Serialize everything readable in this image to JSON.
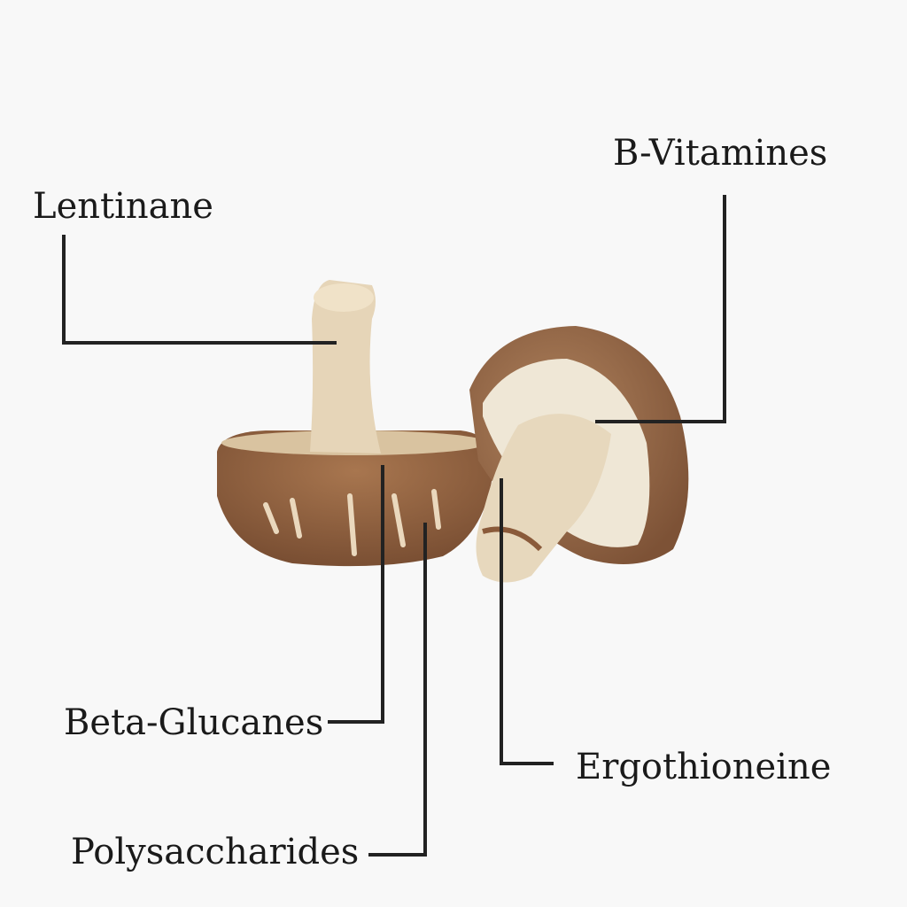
{
  "labels": {
    "lentinane": "Lentinane",
    "b_vitamines": "B-Vitamines",
    "beta_glucanes": "Beta-Glucanes",
    "polysaccharides": "Polysaccharides",
    "ergothioneine": "Ergothioneine"
  },
  "colors": {
    "background": "#f8f8f8",
    "line": "#222222",
    "cap_brown": "#8a5a3a",
    "stem_cream": "#e8d9bf"
  }
}
